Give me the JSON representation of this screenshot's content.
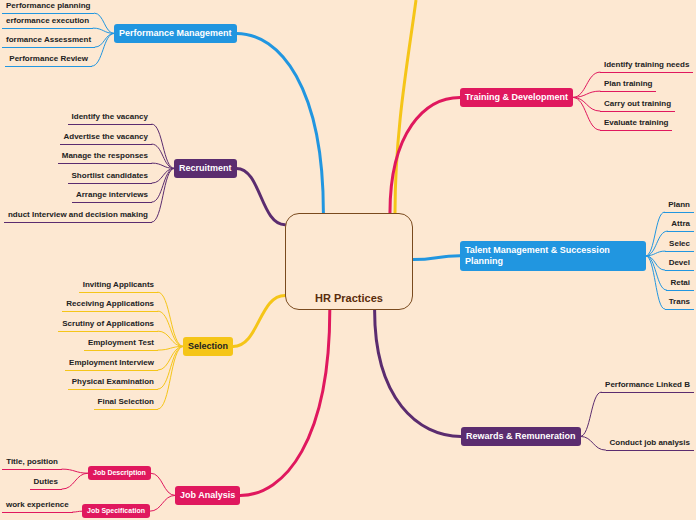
{
  "diagram": {
    "nodes": [
      {
        "text": [
          "HR Practices"
        ]
      },
      {
        "text": [
          "Performance Management"
        ]
      },
      {
        "text": [
          "Performance planning"
        ]
      },
      {
        "text": [
          "erformance execution"
        ]
      },
      {
        "text": [
          "formance Assessment"
        ]
      },
      {
        "text": [
          "Performance Review"
        ]
      },
      {
        "text": [
          "Recruitment"
        ]
      },
      {
        "text": [
          "Identify the vacancy"
        ]
      },
      {
        "text": [
          "Advertise the vacancy"
        ]
      },
      {
        "text": [
          "Manage the responses"
        ]
      },
      {
        "text": [
          "Shortlist candidates"
        ]
      },
      {
        "text": [
          "Arrange interviews"
        ]
      },
      {
        "text": [
          "nduct Interview and decision making"
        ]
      },
      {
        "text": [
          "Selection"
        ]
      },
      {
        "text": [
          "Inviting Applicants"
        ]
      },
      {
        "text": [
          "Receiving Applications"
        ]
      },
      {
        "text": [
          "Scrutiny of Applications"
        ]
      },
      {
        "text": [
          "Employment Test"
        ]
      },
      {
        "text": [
          "Employment Interview"
        ]
      },
      {
        "text": [
          "Physical Examination"
        ]
      },
      {
        "text": [
          "Final Selection"
        ]
      },
      {
        "text": [
          "Job Analysis"
        ]
      },
      {
        "text": [
          "Job Description"
        ]
      },
      {
        "text": [
          "Title, position"
        ]
      },
      {
        "text": [
          "Duties"
        ]
      },
      {
        "text": [
          "Job Specification"
        ]
      },
      {
        "text": [
          "work experience"
        ]
      },
      {
        "text": [
          "Training & Development"
        ]
      },
      {
        "text": [
          "Identify training needs"
        ]
      },
      {
        "text": [
          "Plan training"
        ]
      },
      {
        "text": [
          "Carry out training"
        ]
      },
      {
        "text": [
          "Evaluate training"
        ]
      },
      {
        "text": [
          "Talent Management & Succession Planning"
        ]
      },
      {
        "text": [
          "Plann"
        ]
      },
      {
        "text": [
          "Attra"
        ]
      },
      {
        "text": [
          "Selec"
        ]
      },
      {
        "text": [
          "Devel"
        ]
      },
      {
        "text": [
          "Retai"
        ]
      },
      {
        "text": [
          "Trans"
        ]
      },
      {
        "text": [
          "Rewards & Remuneration"
        ]
      },
      {
        "text": [
          "Performance Linked B"
        ]
      },
      {
        "text": [
          "Conduct job analysis"
        ]
      }
    ],
    "edges": [
      {
        "from": 0,
        "to": 1,
        "arrow": "none"
      },
      {
        "from": 1,
        "to": 2,
        "arrow": "none"
      },
      {
        "from": 1,
        "to": 3,
        "arrow": "none"
      },
      {
        "from": 1,
        "to": 4,
        "arrow": "none"
      },
      {
        "from": 1,
        "to": 5,
        "arrow": "none"
      },
      {
        "from": 0,
        "to": 6,
        "arrow": "none"
      },
      {
        "from": 6,
        "to": 7,
        "arrow": "none"
      },
      {
        "from": 6,
        "to": 8,
        "arrow": "none"
      },
      {
        "from": 6,
        "to": 9,
        "arrow": "none"
      },
      {
        "from": 6,
        "to": 10,
        "arrow": "none"
      },
      {
        "from": 6,
        "to": 11,
        "arrow": "none"
      },
      {
        "from": 6,
        "to": 12,
        "arrow": "none"
      },
      {
        "from": 0,
        "to": 13,
        "arrow": "none"
      },
      {
        "from": 13,
        "to": 14,
        "arrow": "none"
      },
      {
        "from": 13,
        "to": 15,
        "arrow": "none"
      },
      {
        "from": 13,
        "to": 16,
        "arrow": "none"
      },
      {
        "from": 13,
        "to": 17,
        "arrow": "none"
      },
      {
        "from": 13,
        "to": 18,
        "arrow": "none"
      },
      {
        "from": 13,
        "to": 19,
        "arrow": "none"
      },
      {
        "from": 13,
        "to": 20,
        "arrow": "none"
      },
      {
        "from": 0,
        "to": 21,
        "arrow": "none"
      },
      {
        "from": 21,
        "to": 22,
        "arrow": "none"
      },
      {
        "from": 22,
        "to": 23,
        "arrow": "none"
      },
      {
        "from": 22,
        "to": 24,
        "arrow": "none"
      },
      {
        "from": 21,
        "to": 25,
        "arrow": "none"
      },
      {
        "from": 25,
        "to": 26,
        "arrow": "none"
      },
      {
        "from": 0,
        "to": 27,
        "arrow": "none"
      },
      {
        "from": 27,
        "to": 28,
        "arrow": "none"
      },
      {
        "from": 27,
        "to": 29,
        "arrow": "none"
      },
      {
        "from": 27,
        "to": 30,
        "arrow": "none"
      },
      {
        "from": 27,
        "to": 31,
        "arrow": "none"
      },
      {
        "from": 0,
        "to": 32,
        "arrow": "none"
      },
      {
        "from": 32,
        "to": 33,
        "arrow": "none"
      },
      {
        "from": 32,
        "to": 34,
        "arrow": "none"
      },
      {
        "from": 32,
        "to": 35,
        "arrow": "none"
      },
      {
        "from": 32,
        "to": 36,
        "arrow": "none"
      },
      {
        "from": 32,
        "to": 37,
        "arrow": "none"
      },
      {
        "from": 32,
        "to": 38,
        "arrow": "none"
      },
      {
        "from": 0,
        "to": 39,
        "arrow": "none"
      },
      {
        "from": 39,
        "to": 40,
        "arrow": "none"
      },
      {
        "from": 39,
        "to": 41,
        "arrow": "none"
      }
    ]
  }
}
